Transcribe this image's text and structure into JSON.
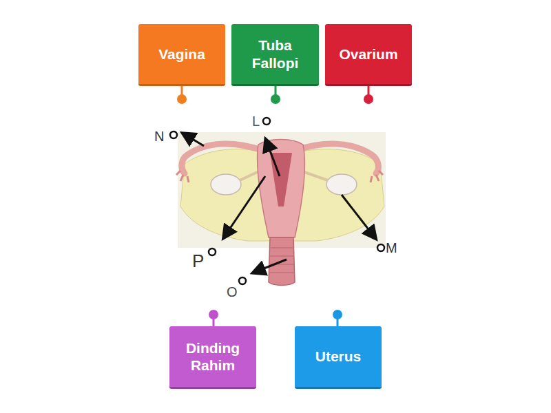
{
  "diagram": {
    "nodes": [
      {
        "text": [
          "Vagina"
        ]
      },
      {
        "text": [
          "Tuba Fallopi"
        ]
      },
      {
        "text": [
          "Ovarium"
        ]
      },
      {
        "text": [
          "Dinding Rahim"
        ]
      },
      {
        "text": [
          "Uterus"
        ]
      }
    ],
    "labels": [
      "L",
      "N",
      "M",
      "P",
      "O"
    ]
  }
}
